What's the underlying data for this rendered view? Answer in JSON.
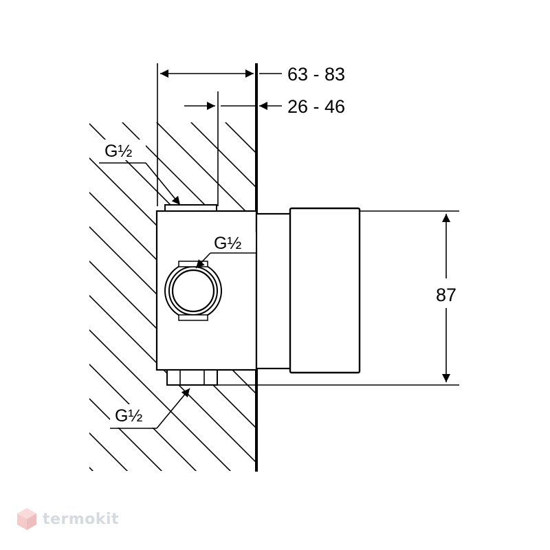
{
  "diagram": {
    "dimensions": {
      "total_depth": "63 - 83",
      "installation_depth": "26 - 46",
      "height": "87"
    },
    "thread_labels": {
      "top_connection": "G½",
      "side_connection": "G½",
      "bottom_connection": "G½"
    },
    "colors": {
      "line": "#000000",
      "background": "#ffffff"
    }
  },
  "watermark": {
    "brand": "termokit",
    "icon": "hexagon-logo-icon"
  }
}
